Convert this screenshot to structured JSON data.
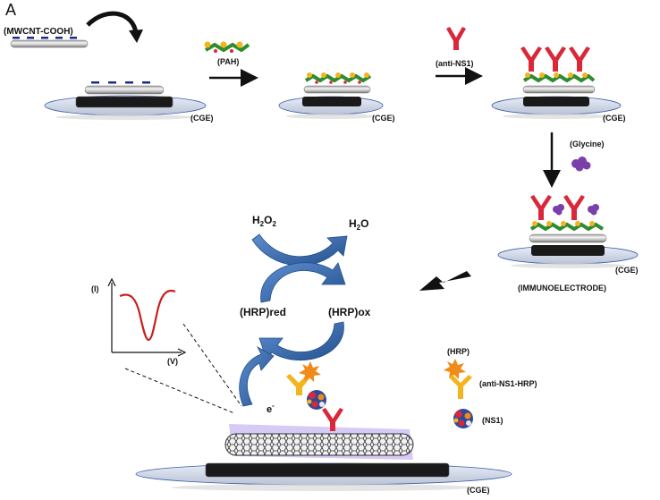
{
  "panel_label": "A",
  "labels": {
    "mwcnt": "(MWCNT-COOH)",
    "pah": "(PAH)",
    "anti_ns1": "(anti-NS1)",
    "glycine": "(Glycine)",
    "cge_1": "(CGE)",
    "cge_2": "(CGE)",
    "cge_3": "(CGE)",
    "cge_4": "(CGE)",
    "cge_5": "(CGE)",
    "immunoelectrode": "(IMMUNOELECTRODE)",
    "h2o2_main": "H",
    "h2o2_sub1": "2",
    "h2o2_o": "O",
    "h2o2_sub2": "2",
    "h2o_h": "H",
    "h2o_sub": "2",
    "h2o_o": "O",
    "hrp_red": "(HRP)red",
    "hrp_ox": "(HRP)ox",
    "electron": "e",
    "electron_sup": "-",
    "axis_i": "(I)",
    "axis_v": "(V)",
    "legend_hrp": "(HRP)",
    "legend_anti_ns1_hrp": "(anti-NS1-HRP)",
    "legend_ns1": "(NS1)"
  },
  "colors": {
    "arrow_blue": "#2f5f9e",
    "antibody_red": "#d8283a",
    "antibody_yellow": "#f2b51f",
    "hrp_orange": "#f08a1a",
    "glycine_purple": "#7a3fa8",
    "pah_green": "#2e8b2e",
    "curve_red": "#c8201e",
    "electrode_black": "#1a1a1a",
    "film_lavender": "#c9b8f0"
  },
  "icons": [
    "curved-arrow-icon",
    "reaction-arrow-icon",
    "antibody-icon",
    "hrp-enzyme-icon",
    "ns1-antigen-icon",
    "glycine-icon",
    "nanotube-icon",
    "electrode-icon"
  ]
}
